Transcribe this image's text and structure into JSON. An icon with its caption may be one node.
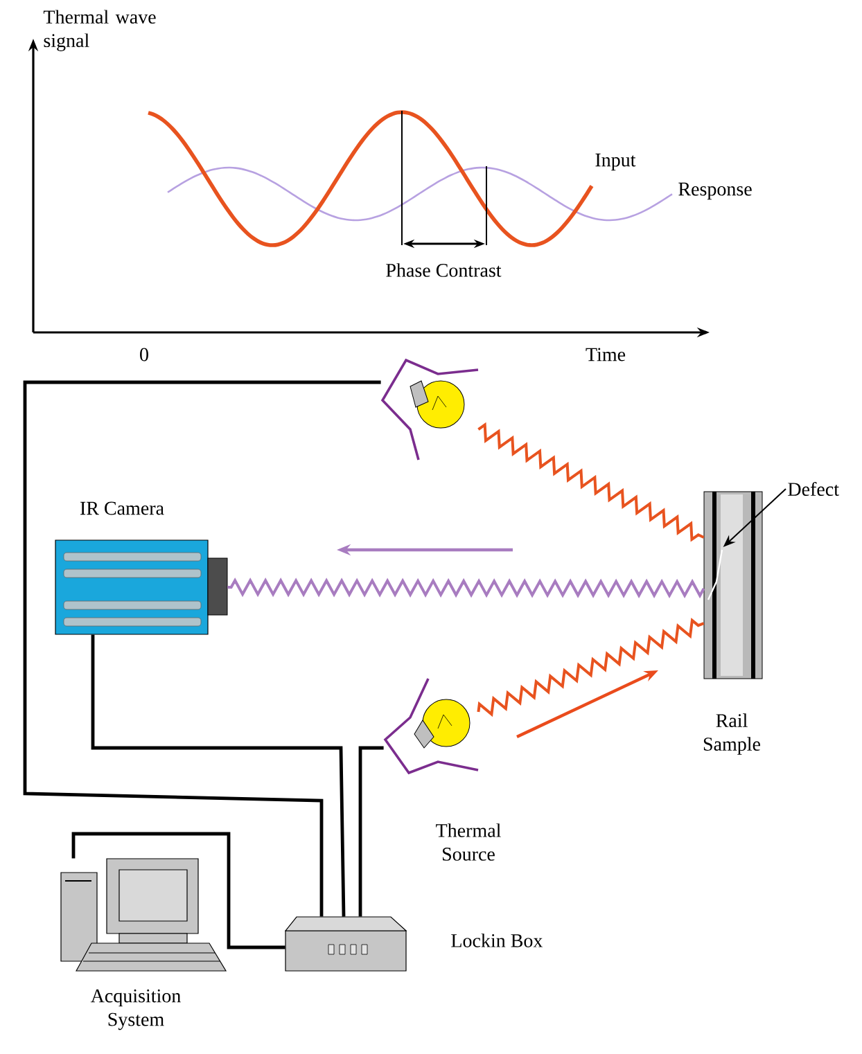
{
  "diagram": {
    "nodes": [
      {
        "text": [
          "IR Camera"
        ]
      },
      {
        "text": [],
        "shape": "picture"
      },
      {
        "text": [],
        "shape": "picture",
        "beside": [
          "Thermal Source"
        ]
      },
      {
        "text": [],
        "shape": "picture",
        "beside": [
          "Rail Sample"
        ]
      },
      {
        "text": [],
        "shape": "picture",
        "beside": [
          "Lockin Box"
        ]
      },
      {
        "text": [],
        "shape": "picture",
        "beside": [
          "Acquisition System"
        ]
      },
      {
        "text": [
          "Defect"
        ]
      }
    ],
    "edges": [
      {
        "from": 1,
        "to": 4,
        "arrow": "none"
      },
      {
        "from": 0,
        "to": 4,
        "arrow": "none"
      },
      {
        "from": 2,
        "to": 4,
        "arrow": "none"
      },
      {
        "from": 5,
        "to": 4,
        "arrow": "none"
      },
      {
        "from": 1,
        "to": 3,
        "arrow": "none",
        "color": "#e8531f"
      },
      {
        "from": 2,
        "to": 3,
        "arrow": "none",
        "color": "#e8531f"
      },
      {
        "from": 3,
        "to": 0,
        "arrow": "none",
        "color": "#a87cc0"
      },
      {
        "from": 6,
        "to": 3,
        "arrow": "to"
      }
    ],
    "labels": [
      "Thermal wave signal",
      "Input",
      "Response",
      "Phase Contrast",
      "0",
      "Time"
    ]
  }
}
